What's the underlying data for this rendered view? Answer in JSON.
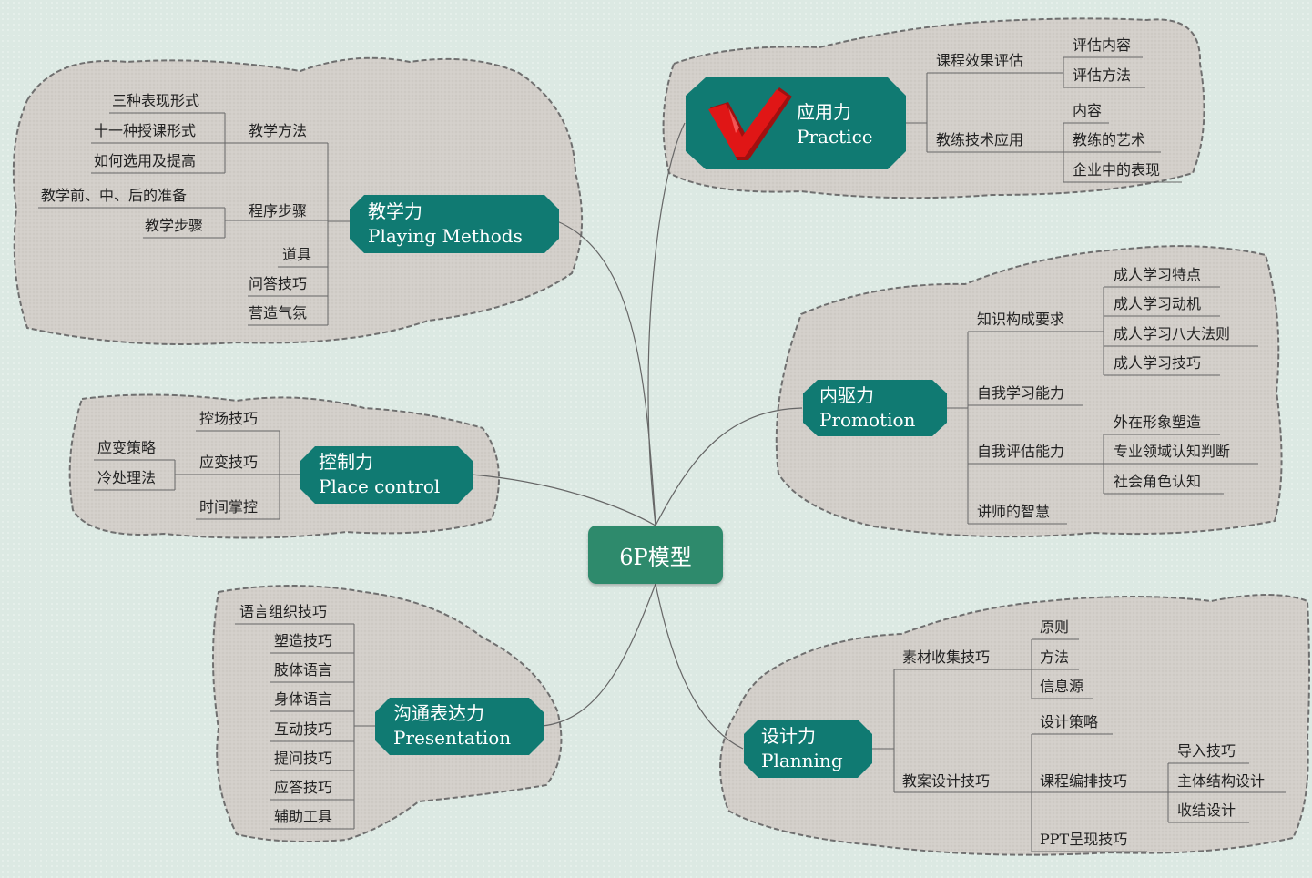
{
  "center": "6P模型",
  "branches": {
    "playing": {
      "title_cn": "教学力",
      "title_en": "Playing Methods",
      "teaching_methods": "教学方法",
      "teaching_methods_items": [
        "三种表现形式",
        "十一种授课形式",
        "如何选用及提高"
      ],
      "procedure": "程序步骤",
      "procedure_items": [
        "教学前、中、后的准备",
        "教学步骤"
      ],
      "props": "道具",
      "qa": "问答技巧",
      "atmosphere": "营造气氛"
    },
    "practice": {
      "title_cn": "应用力",
      "title_en": "Practice",
      "eval": "课程效果评估",
      "eval_items": [
        "评估内容",
        "评估方法"
      ],
      "coaching": "教练技术应用",
      "coaching_items": [
        "内容",
        "教练的艺术",
        "企业中的表现"
      ]
    },
    "promotion": {
      "title_cn": "内驱力",
      "title_en": "Promotion",
      "knowledge": "知识构成要求",
      "knowledge_items": [
        "成人学习特点",
        "成人学习动机",
        "成人学习八大法则",
        "成人学习技巧"
      ],
      "self_learning": "自我学习能力",
      "self_eval": "自我评估能力",
      "self_eval_items": [
        "外在形象塑造",
        "专业领域认知判断",
        "社会角色认知"
      ],
      "wisdom": "讲师的智慧"
    },
    "control": {
      "title_cn": "控制力",
      "title_en": "Place control",
      "field": "控场技巧",
      "adapt": "应变技巧",
      "adapt_items": [
        "应变策略",
        "冷处理法"
      ],
      "time": "时间掌控"
    },
    "presentation": {
      "title_cn": "沟通表达力",
      "title_en": "Presentation",
      "items": [
        "语言组织技巧",
        "塑造技巧",
        "肢体语言",
        "身体语言",
        "互动技巧",
        "提问技巧",
        "应答技巧",
        "辅助工具"
      ]
    },
    "planning": {
      "title_cn": "设计力",
      "title_en": "Planning",
      "material": "素材收集技巧",
      "material_items": [
        "原则",
        "方法",
        "信息源"
      ],
      "lesson": "教案设计技巧",
      "strategy": "设计策略",
      "arrange": "课程编排技巧",
      "arrange_items": [
        "导入技巧",
        "主体结构设计",
        "收结设计"
      ],
      "ppt": "PPT呈现技巧"
    }
  },
  "colors": {
    "node": "#107a72",
    "hub": "#2e8a6c",
    "cloud": "#d3cfca",
    "background": "#dce9e3"
  }
}
